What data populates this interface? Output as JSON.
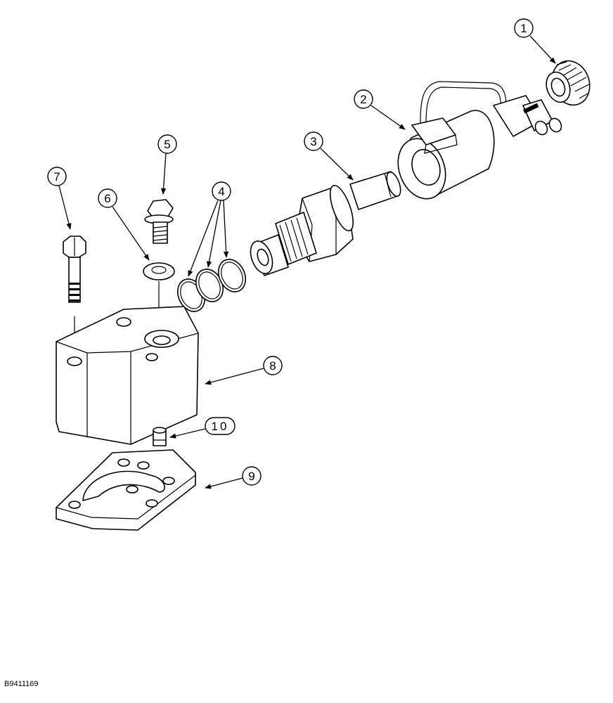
{
  "callouts": {
    "c1": "1",
    "c2": "2",
    "c3": "3",
    "c4": "4",
    "c5": "5",
    "c6": "6",
    "c7": "7",
    "c8": "8",
    "c9": "9",
    "c10": "10"
  },
  "reference_code": "B9411169"
}
